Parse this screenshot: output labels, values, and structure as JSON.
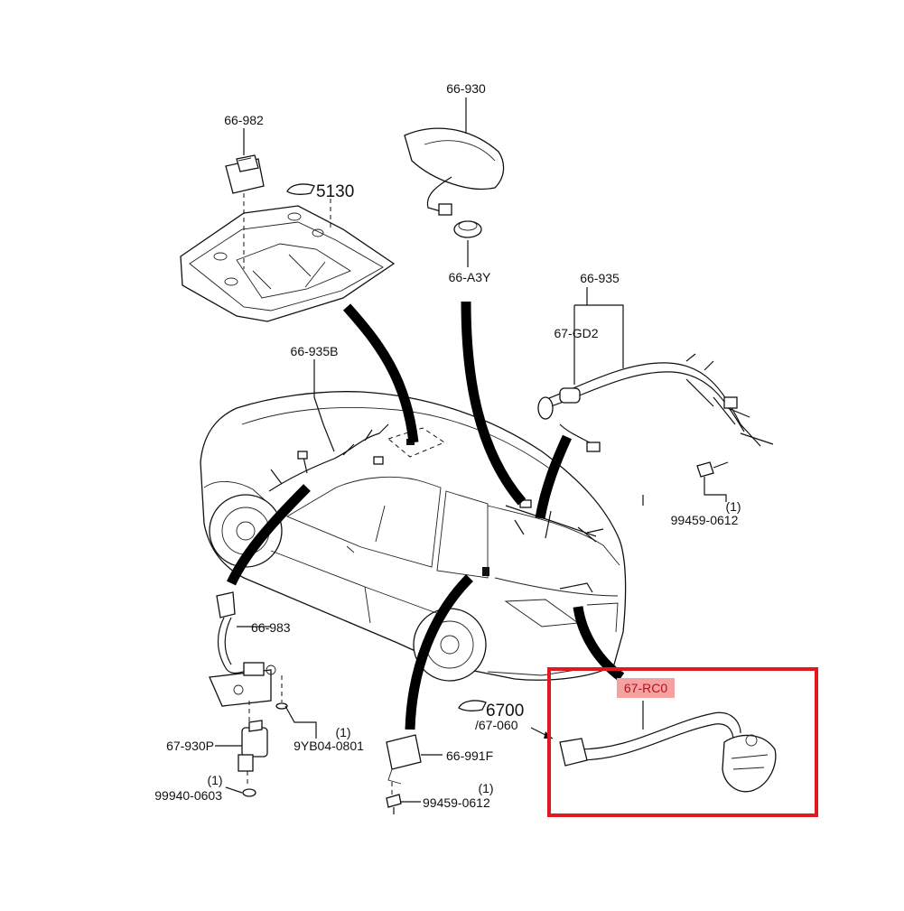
{
  "parts": {
    "room_lamp_switch": "66-982",
    "room_lamp_ref": "5130",
    "antenna": "66-930",
    "antenna_grommet": "66-A3Y",
    "roof_harness": "66-935",
    "gps_antenna_feeder": "67-GD2",
    "front_roof_harness": "66-935B",
    "bolt_right": "99459-0612",
    "bolt_right_qty": "(1)",
    "door_harness": "66-983",
    "clip": "9YB04-0801",
    "clip_qty": "(1)",
    "sensor": "67-930P",
    "nut": "99940-0603",
    "nut_qty": "(1)",
    "rear_camera_ref": "6700",
    "rear_camera_ref_sub": "/67-060",
    "relay": "66-991F",
    "bolt_center": "99459-0612",
    "bolt_center_qty": "(1)",
    "rear_camera": "67-RC0"
  },
  "colors": {
    "highlight_box": "#e0191f",
    "highlight_label_bg": "#f3a1a1",
    "line": "#111111"
  },
  "icons": [
    "reference-hand-icon"
  ]
}
